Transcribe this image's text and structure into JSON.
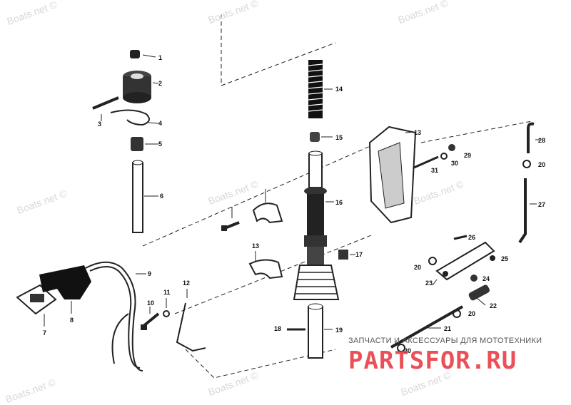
{
  "watermark": "Boats.net ©",
  "banner": {
    "tagline": "ЗАПЧАСТИ И АКСЕССУАРЫ ДЛЯ МОТОТЕХНИКИ",
    "logo": "PARTSFOR.RU",
    "color": "#e8323c"
  },
  "callouts": [
    "1",
    "2",
    "3",
    "4",
    "5",
    "6",
    "7",
    "8",
    "9",
    "10",
    "11",
    "12",
    "13",
    "13",
    "14",
    "15",
    "16",
    "17",
    "18",
    "19",
    "20",
    "20",
    "20",
    "20",
    "21",
    "22",
    "23",
    "24",
    "25",
    "26",
    "27",
    "28",
    "29",
    "30",
    "31"
  ]
}
